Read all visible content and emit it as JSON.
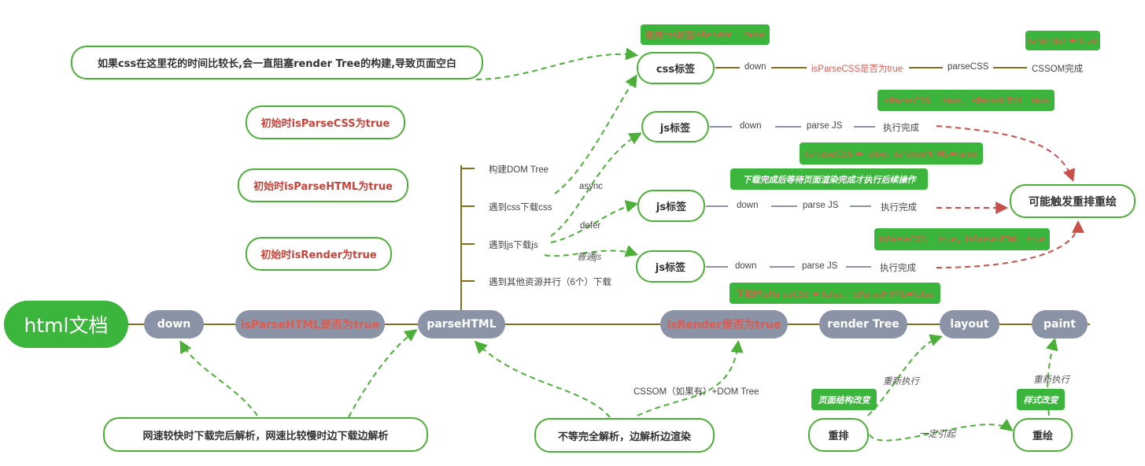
{
  "colors": {
    "brown": "#8b6c1e",
    "green": "#4caf37",
    "gray_line": "#8a94a6",
    "red": "#c9504a"
  },
  "root": "html文档",
  "main": {
    "down": "down",
    "is_parse_html": "isParseHTML是否为true",
    "parse_html": "parseHTML",
    "is_render": "isRender是否为true",
    "render_tree": "render Tree",
    "layout": "layout",
    "paint": "paint"
  },
  "branches": {
    "build_dom": "构建DOM Tree",
    "css_download": "遇到css下载css",
    "js_download": "遇到js下载js",
    "other_download": "遇到其他资源并行（6个）下载"
  },
  "edge_labels": {
    "async": "async",
    "defer": "defer",
    "normal": "普通js"
  },
  "notes": {
    "css_block": "如果css在这里花的时间比较长,会一直阻塞render Tree的构建,导致页面空白",
    "init_css": "初始时isParseCSS为true",
    "init_html": "初始时isParseHTML为true",
    "init_render": "初始时isRender为true",
    "network": "网速较快时下载完后解析，网速比较慢时边下载边解析",
    "partial": "不等完全解析，边解析边渲染",
    "cssom_dom": "CSSOM（如果有）+DOM Tree"
  },
  "css_row": {
    "node": "css标签",
    "tag": "遇到css标签isRender = false",
    "down": "down",
    "is_parse_css": "isParseCSS是否为true",
    "parse_css": "parseCSS",
    "cssom_done": "CSSOM完成",
    "render_tag": "isRender = true"
  },
  "js_async": {
    "node": "js标签",
    "down": "down",
    "parse": "parse JS",
    "done": "执行完成",
    "tag_above": "isParseCSS = true，isParseHTML=true",
    "tag_below": "isParseCSS = false，isParseHTML=false"
  },
  "js_defer": {
    "node": "js标签",
    "tag": "下载完成后等待页面渲染完成才执行后续操作",
    "down": "down",
    "parse": "parse JS",
    "done": "执行完成"
  },
  "js_normal": {
    "node": "js标签",
    "tag_above": "isParseCSS = true，isParseHTML=true",
    "tag_below": "下载时isParseCSS = false，isParseHTML=false",
    "down": "down",
    "parse": "parse JS",
    "done": "执行完成"
  },
  "reflow_node": "可能触发重排重绘",
  "bottom": {
    "reflow": "重排",
    "repaint": "重绘",
    "reflow_tag": "页面结构改变",
    "repaint_tag": "样式改变",
    "reexec_layout": "重新执行",
    "reexec_paint": "重新执行",
    "causes": "一定引起"
  }
}
